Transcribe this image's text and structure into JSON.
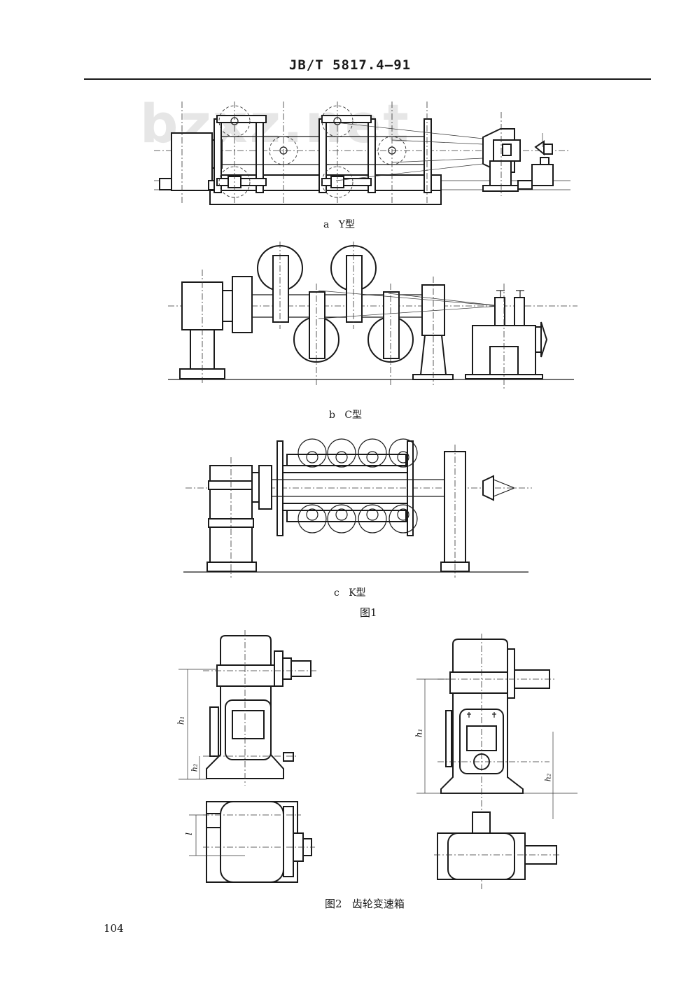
{
  "header": {
    "standard_number": "JB/T 5817.4—91"
  },
  "watermark": {
    "text": "bzxz.net"
  },
  "figure1": {
    "subfigures": [
      {
        "letter": "a",
        "label": "Y型"
      },
      {
        "letter": "b",
        "label": "C型"
      },
      {
        "letter": "c",
        "label": "K型"
      }
    ],
    "title": "图1"
  },
  "figure2": {
    "title": "图2",
    "caption": "齿轮变速箱",
    "dimension_labels": {
      "h1": "h₁",
      "h2": "h₂",
      "l": "l"
    }
  },
  "page_number": "104"
}
